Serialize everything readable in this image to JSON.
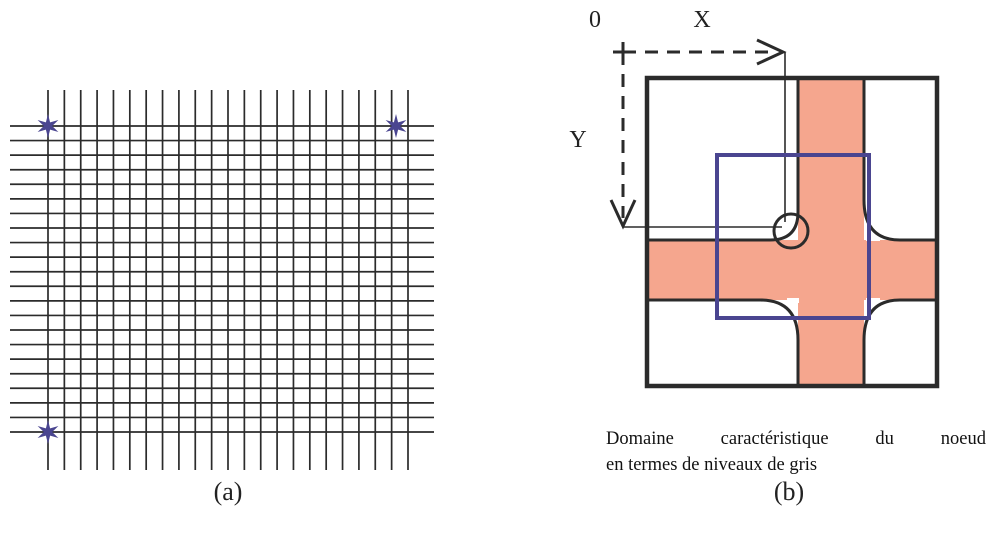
{
  "panel_a": {
    "label": "(a)",
    "marker_color": "#4a4590",
    "line_color": "#2b2b2b",
    "grid": {
      "vertical_lines": 23,
      "horizontal_lines": 22
    },
    "marker_icon": "star-icon"
  },
  "panel_b": {
    "label": "(b)",
    "origin_label": "0",
    "x_axis_label": "X",
    "y_axis_label": "Y",
    "cross_fill_color": "#f5a68e",
    "window_color": "#4a4590",
    "caption_line1": "Domaine caractéristique du noeud",
    "caption_line2": "en termes de niveaux de gris"
  }
}
